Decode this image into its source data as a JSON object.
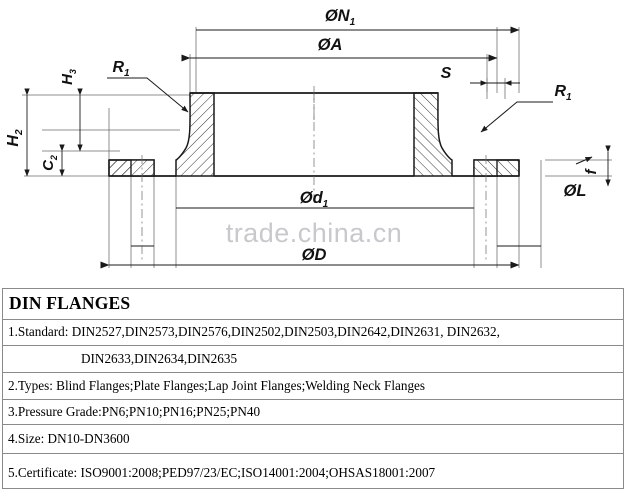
{
  "drawing": {
    "title": "DIN flange cross-section dimensional drawing",
    "watermark": "trade.china.cn",
    "dimensions": {
      "outer_bolt_circle": "ØN",
      "outer_bolt_circle_sub": "1",
      "hub_outer": "ØA",
      "wall_thickness": "S",
      "radius_left": "R",
      "radius_left_sub": "1",
      "radius_right": "R",
      "radius_right_sub": "1",
      "height_total": "H",
      "height_total_sub": "2",
      "height_raised": "H",
      "height_raised_sub": "3",
      "flange_thickness": "C",
      "flange_thickness_sub": "2",
      "bore": "Ød",
      "bore_sub": "1",
      "flange_outer": "ØD",
      "bolt_hole": "ØL",
      "face_height": "f"
    }
  },
  "spec": {
    "title": "DIN FLANGES",
    "rows": [
      {
        "name": "standard",
        "label": "1.Standard:",
        "value": "DIN2527,DIN2573,DIN2576,DIN2502,DIN2503,DIN2642,DIN2631, DIN2632,"
      },
      {
        "name": "standard-continued",
        "label": "",
        "value": "DIN2633,DIN2634,DIN2635"
      },
      {
        "name": "types",
        "label": "2.Types:",
        "value": "Blind Flanges;Plate Flanges;Lap Joint Flanges;Welding Neck Flanges"
      },
      {
        "name": "pressure-grade",
        "label": "3.Pressure Grade:",
        "value": "PN6;PN10;PN16;PN25;PN40"
      },
      {
        "name": "size",
        "label": "4.Size:",
        "value": "DN10-DN3600"
      },
      {
        "name": "certificate",
        "label": "5.Certificate:",
        "value": "ISO9001:2008;PED97/23/EC;ISO14001:2004;OHSAS18001:2007"
      }
    ],
    "lines": {
      "standard": "1.Standard: DIN2527,DIN2573,DIN2576,DIN2502,DIN2503,DIN2642,DIN2631, DIN2632,",
      "standard_cont": "DIN2633,DIN2634,DIN2635",
      "types": "2.Types:  Blind Flanges;Plate Flanges;Lap Joint Flanges;Welding Neck Flanges",
      "pressure": "3.Pressure Grade:PN6;PN10;PN16;PN25;PN40",
      "size": "4.Size: DN10-DN3600",
      "certificate": "5.Certificate:  ISO9001:2008;PED97/23/EC;ISO14001:2004;OHSAS18001:2007"
    }
  },
  "colors": {
    "line": "#1a1a1a",
    "thin": "#555555",
    "border": "#8a8a8a",
    "watermark": "#c9c9cd",
    "background": "#ffffff"
  }
}
